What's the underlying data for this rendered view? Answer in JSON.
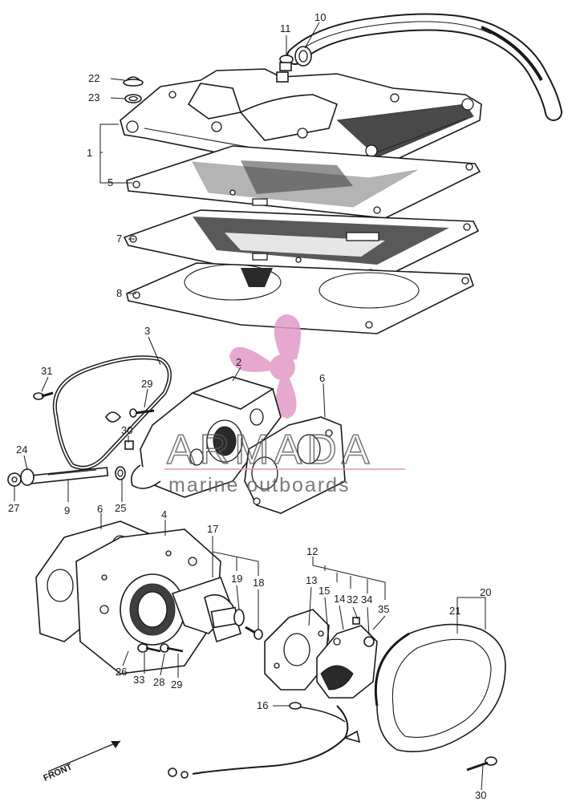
{
  "watermark": {
    "brand": "ARMADA",
    "tagline": "marine outboards",
    "brand_color": "#5a5a5a",
    "logo_color": "#e29ac6",
    "rule_color": "#e29ac6"
  },
  "callouts": {
    "c1": "1",
    "c2": "2",
    "c3": "3",
    "c4": "4",
    "c5": "5",
    "c6a": "6",
    "c6b": "6",
    "c7": "7",
    "c8": "8",
    "c9": "9",
    "c10": "10",
    "c11": "11",
    "c12": "12",
    "c13": "13",
    "c14": "14",
    "c15": "15",
    "c16": "16",
    "c17": "17",
    "c18": "18",
    "c19": "19",
    "c20": "20",
    "c21": "21",
    "c22": "22",
    "c23": "23",
    "c24": "24",
    "c25": "25",
    "c26": "26",
    "c27": "27",
    "c28": "28",
    "c29a": "29",
    "c29b": "29",
    "c30a": "30",
    "c30b": "30",
    "c31": "31",
    "c32": "32",
    "c33": "33",
    "c34": "34",
    "c35": "35"
  },
  "front_label": "FRONT"
}
